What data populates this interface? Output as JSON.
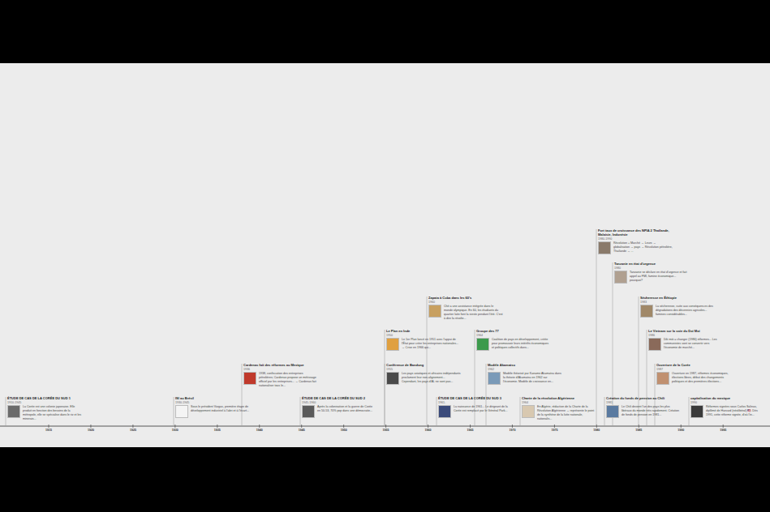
{
  "diagram": {
    "nodes": [
      {
        "text": [
          "ÉTUDE DE CAS DE LA CORÉE DU SUD 1",
          "1910-1945",
          "La Corée est une colonie japonaise. Elle produit en fonction des besoins de la métropole, elle se spécialise dans le riz et les minerais..."
        ]
      },
      {
        "text": [
          "ISI au Brésil",
          "1930-1945",
          "Sous le président Vargas, première étape de développement industriel à l'abri et à l'écart..."
        ]
      },
      {
        "text": [
          "Cardenas fait des réformes au Mexique",
          "1936",
          "1938, confiscation des entreprises pétrolières; Cardenas propose un métissage officiel par les entreprises... → Cardenas fait nationaliser tous le..."
        ]
      },
      {
        "text": [
          "ÉTUDE DE CAS DE LA CORÉE DU SUD 2",
          "1945-1960",
          "Après la colonisation et la guerre de Corée en 50-53, 70% pop dans une démocratie..."
        ]
      },
      {
        "text": [
          "Le Plan en Inde",
          "1950",
          "Le 1er Plan lancé en 1951 avec l'appui de l'État pour créer les entreprises nationales... → Crise en 1966 qui..."
        ]
      },
      {
        "text": [
          "Conférence de Bandung",
          "1955",
          "Les pays asiatiques et africains indépendants proclament leur non-alignement... Cependant, les pays d'AL ne sont pas..."
        ]
      },
      {
        "text": [
          "Zapata à Cuba dans les 60's",
          "1960",
          "Ché a une assistance intégrée dans le monde olympique. En 60, les étudiants du quartier latin font la sieste pendant l'été. C'est à dire la révolte..."
        ]
      },
      {
        "text": [
          "ÉTUDE DE CAS DE LA CORÉE DU SUD 3",
          "1961-",
          "La naissance de 1961... Le dirigeant de la Corée est remplacé par le Général Park..."
        ]
      },
      {
        "text": [
          "Groupe des 77",
          "1964",
          "Coalition de pays en développement, créée pour promouvoir leurs intérêts économiques et politiques collectifs dans..."
        ]
      },
      {
        "text": [
          "Modèle Akamatsu",
          "1962",
          "Modèle théorisé par Kaname Akamatsu dans la théorie d'Akamatsu en 1962 sur l'économie. Modèle de croissance en..."
        ]
      },
      {
        "text": [
          "Charte de la révolution Algérienne",
          "1964",
          "En Algérie, rédaction de la Charte de la Révolution Algérienne → représente le point de la synthèse de la lutte nationale, nationalis..."
        ]
      },
      {
        "text": [
          "Fort taux de croissance des NPIA 2 Thaïlande, Malaisie, Indonésie",
          "1980-1990",
          "Révolution + Marché → Leurs → globalisation → pays → Révolution pétrolière, Thaïlande → ..."
        ]
      },
      {
        "text": [
          "Tanzanie en état d'urgence",
          "1980",
          "Tanzanie se déclare en état d'urgence et fait appel au FMI, famine économique... pourquoi?"
        ]
      },
      {
        "text": [
          "Sécheresse en Éthiopie",
          "1983",
          "La sécheresse, suite aux conséquences des dégradations des décennies agricoles... famines considérables..."
        ]
      },
      {
        "text": [
          "Le Vietnam sur la voie du Doi Moi",
          "1986",
          "Dôi mói = changer (1986) réformes... Les communistes vont se convertir vers l'économie de marché..."
        ]
      },
      {
        "text": [
          "Ouverture de la Corée",
          "1987",
          "Ouverture en 1987, réformes économiques, élections libres, début des changements politiques et des premières élections..."
        ]
      },
      {
        "text": [
          "Création du fonds de pension au Chili",
          "1981",
          "Le Chili devient l'un des pays les plus libéraux du monde très rapidement. Création de fonds de pension en 1981..."
        ]
      },
      {
        "text": [
          "capitalisation du mexique",
          "1990",
          "Réformes signées sous Carlos Salinas, diplômé de Harvard (néolibéral) 🇺🇸. Dès 1991, cette réforme signée, d'où l'in..."
        ]
      }
    ],
    "labels": [
      "1915",
      "1920",
      "1925",
      "1930",
      "1935",
      "1940",
      "1945",
      "1950",
      "1955",
      "1960",
      "1965",
      "1970",
      "1975",
      "1980",
      "1985",
      "1990",
      "1995"
    ]
  }
}
